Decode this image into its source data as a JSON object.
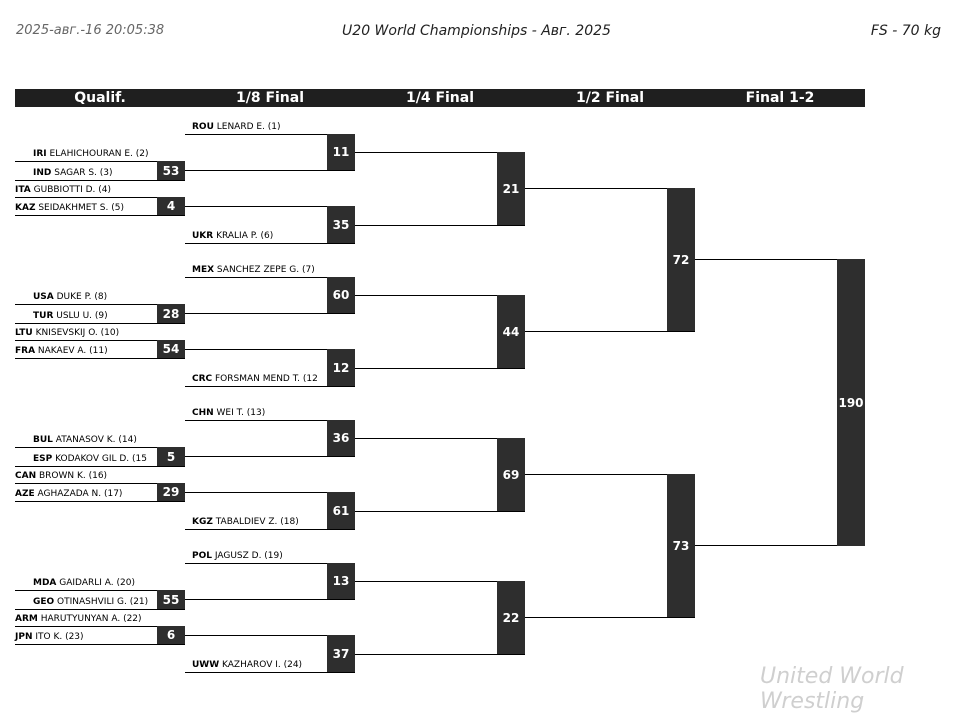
{
  "header": {
    "timestamp": "2025-авг.-16 20:05:38",
    "title": "U20 World Championships - Авг. 2025",
    "category": "FS - 70 kg"
  },
  "rounds": [
    "Qualif.",
    "1/8 Final",
    "1/4 Final",
    "1/2 Final",
    "Final 1-2"
  ],
  "athletes": [
    {
      "country": "ROU",
      "name": "LENARD E. (1)"
    },
    {
      "country": "IRI",
      "name": "ELAHICHOURAN E. (2)"
    },
    {
      "country": "IND",
      "name": "SAGAR S. (3)"
    },
    {
      "country": "ITA",
      "name": "GUBBIOTTI D. (4)"
    },
    {
      "country": "KAZ",
      "name": "SEIDAKHMET S. (5)"
    },
    {
      "country": "UKR",
      "name": "KRALIA P. (6)"
    },
    {
      "country": "MEX",
      "name": "SANCHEZ ZEPE G. (7)"
    },
    {
      "country": "USA",
      "name": "DUKE P. (8)"
    },
    {
      "country": "TUR",
      "name": "USLU U. (9)"
    },
    {
      "country": "LTU",
      "name": "KNISEVSKIJ O. (10)"
    },
    {
      "country": "FRA",
      "name": "NAKAEV A. (11)"
    },
    {
      "country": "CRC",
      "name": "FORSMAN MEND T. (12"
    },
    {
      "country": "CHN",
      "name": "WEI T. (13)"
    },
    {
      "country": "BUL",
      "name": "ATANASOV K. (14)"
    },
    {
      "country": "ESP",
      "name": "KODAKOV GIL D. (15"
    },
    {
      "country": "CAN",
      "name": "BROWN K. (16)"
    },
    {
      "country": "AZE",
      "name": "AGHAZADA N. (17)"
    },
    {
      "country": "KGZ",
      "name": "TABALDIEV Z. (18)"
    },
    {
      "country": "POL",
      "name": "JAGUSZ D. (19)"
    },
    {
      "country": "MDA",
      "name": "GAIDARLI A. (20)"
    },
    {
      "country": "GEO",
      "name": "OTINASHVILI G. (21)"
    },
    {
      "country": "ARM",
      "name": "HARUTYUNYAN A. (22)"
    },
    {
      "country": "JPN",
      "name": "ITO K. (23)"
    },
    {
      "country": "UWW",
      "name": "KAZHAROV I. (24)"
    }
  ],
  "bouts": {
    "qualif": [
      "53",
      "4",
      "28",
      "54",
      "5",
      "29",
      "55",
      "6"
    ],
    "eighth": [
      "11",
      "35",
      "60",
      "12",
      "36",
      "61",
      "13",
      "37"
    ],
    "quarter": [
      "21",
      "44",
      "69",
      "22"
    ],
    "semi": [
      "72",
      "73"
    ],
    "final": [
      "190"
    ]
  },
  "watermark": "United World Wrestling"
}
